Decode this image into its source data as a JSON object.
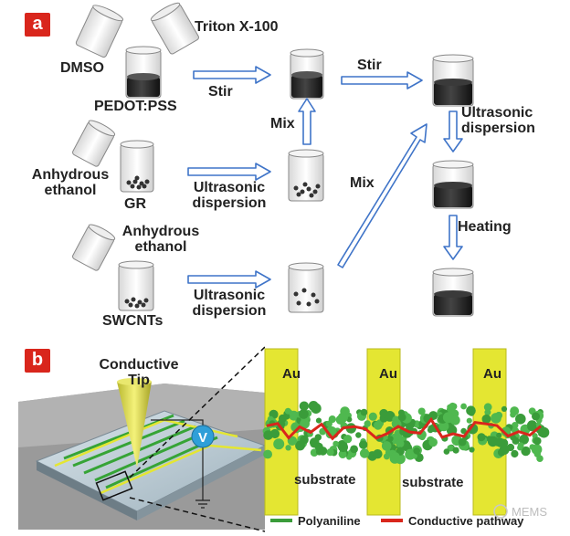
{
  "panel_a": {
    "tag": "a",
    "triton": "Triton X-100",
    "dmso": "DMSO",
    "pedot": "PEDOT:PSS",
    "stir1": "Stir",
    "stir2": "Stir",
    "mix1": "Mix",
    "mix2": "Mix",
    "anhydrous1_l1": "Anhydrous",
    "anhydrous1_l2": "ethanol",
    "gr": "GR",
    "ultra1_l1": "Ultrasonic",
    "ultra1_l2": "dispersion",
    "anhydrous2_l1": "Anhydrous",
    "anhydrous2_l2": "ethanol",
    "swcnts": "SWCNTs",
    "ultra2_l1": "Ultrasonic",
    "ultra2_l2": "dispersion",
    "ultra3_l1": "Ultrasonic",
    "ultra3_l2": "dispersion",
    "heating": "Heating"
  },
  "panel_b": {
    "tag": "b",
    "tip_l1": "Conductive",
    "tip_l2": "Tip",
    "voltmeter": "V",
    "electrodes": [
      "Au",
      "Au",
      "Au"
    ],
    "substrate1": "substrate",
    "substrate2": "substrate",
    "legend_polyaniline": "Polyaniline",
    "legend_pathway": "Conductive pathway",
    "watermark": "MEMS",
    "colors": {
      "electrode": "#e4e632",
      "polyaniline": "#3a9c3a",
      "pathway": "#d9261c",
      "arrow": "#3f74c8",
      "tag": "#d9261c"
    }
  }
}
